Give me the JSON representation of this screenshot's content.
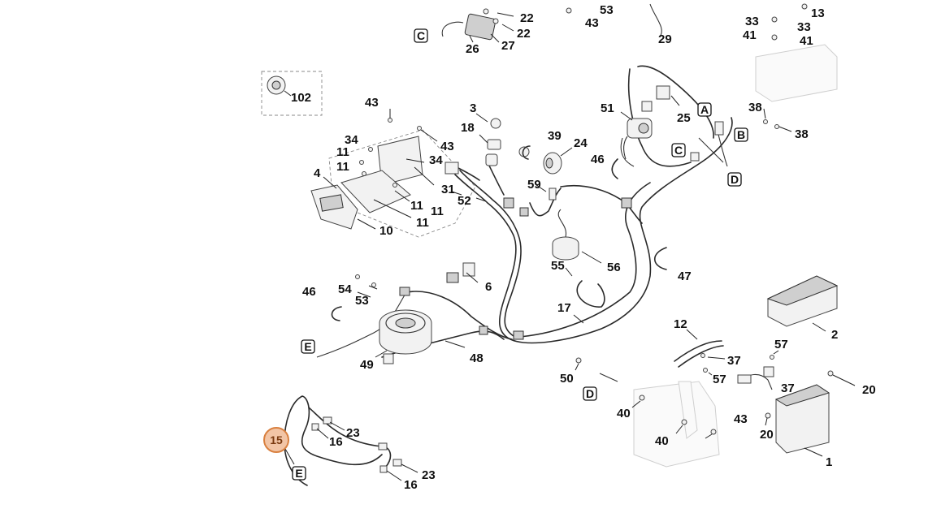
{
  "callouts": {
    "c1": "1",
    "c2": "2",
    "c3": "3",
    "c4": "4",
    "c6": "6",
    "c10": "10",
    "c11a": "11",
    "c11b": "11",
    "c11c": "11",
    "c11d": "11",
    "c11e": "11",
    "c12": "12",
    "c13": "13",
    "c15": "15",
    "c16a": "16",
    "c16b": "16",
    "c17": "17",
    "c18": "18",
    "c20a": "20",
    "c20b": "20",
    "c22a": "22",
    "c22b": "22",
    "c23a": "23",
    "c23b": "23",
    "c24": "24",
    "c25": "25",
    "c26": "26",
    "c27": "27",
    "c29": "29",
    "c31": "31",
    "c33a": "33",
    "c33b": "33",
    "c34a": "34",
    "c34b": "34",
    "c37a": "37",
    "c37b": "37",
    "c38a": "38",
    "c38b": "38",
    "c39": "39",
    "c40a": "40",
    "c40b": "40",
    "c41a": "41",
    "c41b": "41",
    "c43a": "43",
    "c43b": "43",
    "c43c": "43",
    "c43d": "43",
    "c46a": "46",
    "c46b": "46",
    "c47": "47",
    "c48": "48",
    "c49": "49",
    "c50": "50",
    "c51": "51",
    "c52": "52",
    "c53a": "53",
    "c53b": "53",
    "c54": "54",
    "c55": "55",
    "c56": "56",
    "c57a": "57",
    "c57b": "57",
    "c59": "59",
    "c102": "102"
  },
  "connector_labels": {
    "a": "A",
    "b": "B",
    "c_top": "C",
    "c_right": "C",
    "d_right": "D",
    "d_bottom": "D",
    "e_left": "E",
    "e_bottom": "E"
  },
  "highlighted_callout": "15",
  "colors": {
    "highlight_fill": "#f2c5a6",
    "highlight_stroke": "#d9803f",
    "line": "#2a2a2a"
  }
}
